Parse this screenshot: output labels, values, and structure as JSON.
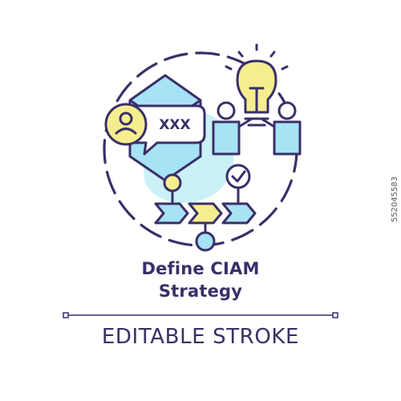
{
  "title": {
    "line1": "Define CIAM",
    "line2": "Strategy"
  },
  "caption": "EDITABLE STROKE",
  "side_id": "552045583",
  "bubble_text": "XXX",
  "colors": {
    "outline": "#3a2f68",
    "yellow": "#f6ee8e",
    "blue": "#a6e3f5",
    "cyan_blob": "#c9f1f7",
    "background": "#ffffff"
  },
  "icons": [
    "envelope-icon",
    "user-avatar-icon",
    "password-bubble-icon",
    "lightbulb-icon",
    "team-icon",
    "checkmark-icon",
    "flow-arrows-icon",
    "connector-node-icon"
  ]
}
